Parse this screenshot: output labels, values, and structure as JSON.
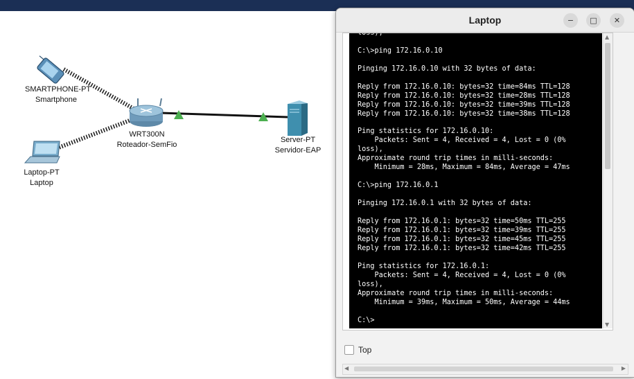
{
  "window": {
    "title": "Laptop",
    "minimize_glyph": "−",
    "maximize_glyph": "□",
    "close_glyph": "✕",
    "top_label": "Top",
    "top_checked": false
  },
  "devices": {
    "smartphone": {
      "type": "SMARTPHONE-PT",
      "name": "Smartphone"
    },
    "router": {
      "type": "WRT300N",
      "name": "Roteador-SemFio"
    },
    "laptop": {
      "type": "Laptop-PT",
      "name": "Laptop"
    },
    "server": {
      "type": "Server-PT",
      "name": "Servidor-EAP"
    }
  },
  "colors": {
    "link_up": "#4caf50",
    "topbar": "#1b2f55",
    "terminal_bg": "#000000",
    "terminal_fg": "#ffffff"
  },
  "terminal": {
    "lines": [
      "loss),",
      "",
      "C:\\>ping 172.16.0.10",
      "",
      "Pinging 172.16.0.10 with 32 bytes of data:",
      "",
      "Reply from 172.16.0.10: bytes=32 time=84ms TTL=128",
      "Reply from 172.16.0.10: bytes=32 time=28ms TTL=128",
      "Reply from 172.16.0.10: bytes=32 time=39ms TTL=128",
      "Reply from 172.16.0.10: bytes=32 time=38ms TTL=128",
      "",
      "Ping statistics for 172.16.0.10:",
      "    Packets: Sent = 4, Received = 4, Lost = 0 (0%",
      "loss),",
      "Approximate round trip times in milli-seconds:",
      "    Minimum = 28ms, Maximum = 84ms, Average = 47ms",
      "",
      "C:\\>ping 172.16.0.1",
      "",
      "Pinging 172.16.0.1 with 32 bytes of data:",
      "",
      "Reply from 172.16.0.1: bytes=32 time=50ms TTL=255",
      "Reply from 172.16.0.1: bytes=32 time=39ms TTL=255",
      "Reply from 172.16.0.1: bytes=32 time=45ms TTL=255",
      "Reply from 172.16.0.1: bytes=32 time=42ms TTL=255",
      "",
      "Ping statistics for 172.16.0.1:",
      "    Packets: Sent = 4, Received = 4, Lost = 0 (0%",
      "loss),",
      "Approximate round trip times in milli-seconds:",
      "    Minimum = 39ms, Maximum = 50ms, Average = 44ms",
      "",
      "C:\\>"
    ]
  }
}
